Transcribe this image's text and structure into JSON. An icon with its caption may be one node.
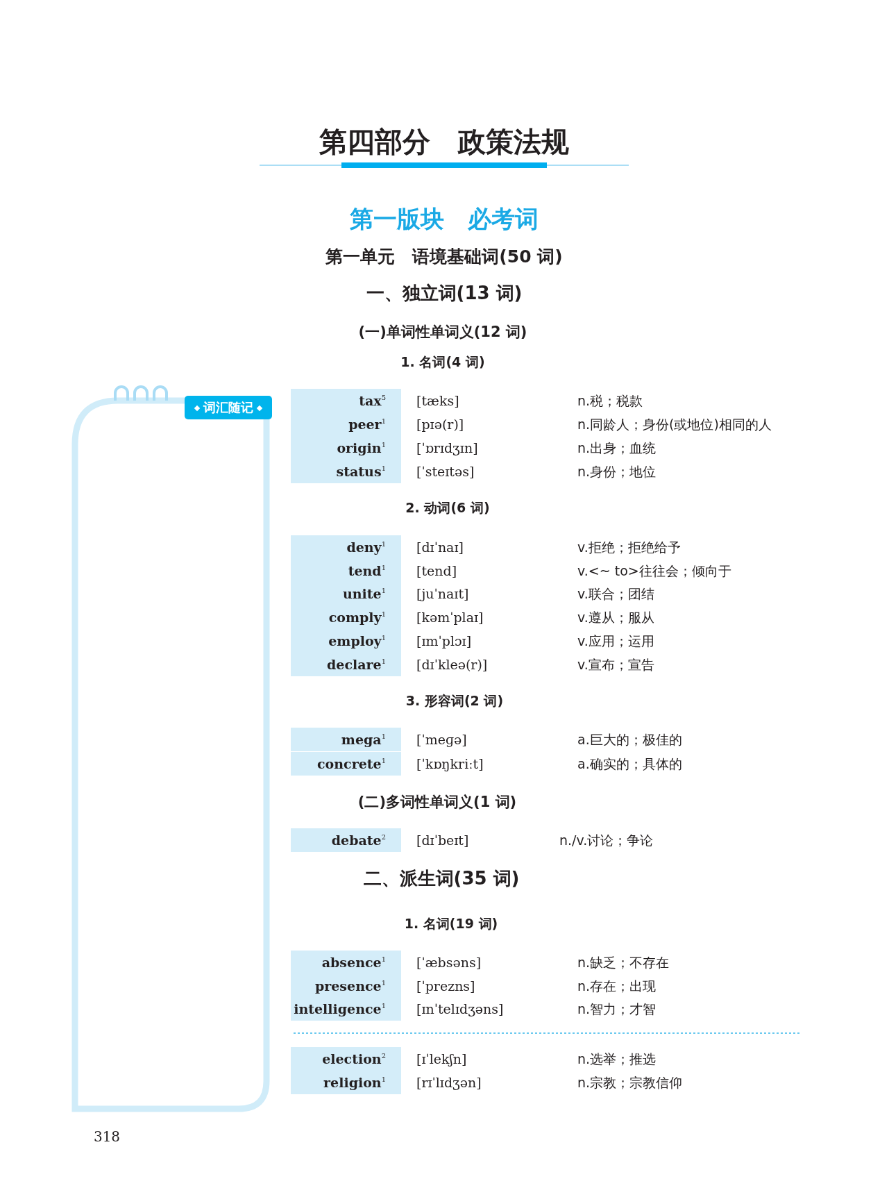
{
  "diagram": {
    "title": "第四部分　政策法规",
    "nodes": [
      {
        "text": [
          "词汇随记"
        ]
      }
    ],
    "labels": [
      "第一版块　必考词",
      "第一单元　语境基础词(50 词)",
      "一、独立词(13 词)",
      "(一)单词性单词义(12 词)",
      "1. 名词(4 词)",
      "tax$^{5}$",
      "[tæks]",
      "n.税；税款",
      "peer$^{1}$",
      "[pɪə(r)]",
      "n.同龄人；身份(或地位)相同的人",
      "origin$^{1}$",
      "[ˈɒrɪdʒɪn]",
      "n.出身；血统",
      "status$^{1}$",
      "[ˈsteɪtəs]",
      "n.身份；地位",
      "2. 动词(6 词)",
      "deny$^{1}$",
      "[dɪˈnaɪ]",
      "v.拒绝；拒绝给予",
      "tend$^{1}$",
      "[tend]",
      "v.<~ to>往往会；倾向于",
      "unite$^{1}$",
      "[juˈnaɪt]",
      "v.联合；团结",
      "comply$^{1}$",
      "[kəmˈplaɪ]",
      "v.遵从；服从",
      "employ$^{1}$",
      "[ɪmˈplɔɪ]",
      "v.应用；运用",
      "declare$^{1}$",
      "[dɪˈkleə(r)]",
      "v.宣布；宣告",
      "3. 形容词(2 词)",
      "mega$^{1}$",
      "[ˈmeɡə]",
      "a.巨大的；极佳的",
      "concrete$^{1}$",
      "[ˈkɒŋkriːt]",
      "a.确实的；具体的",
      "(二)多词性单词义(1 词)",
      "debate$^{2}$",
      "[dɪˈbeɪt]",
      "n./v.讨论；争论",
      "二、派生词(35 词)",
      "1. 名词(19 词)",
      "absence$^{1}$",
      "[ˈæbsəns]",
      "n.缺乏；不存在",
      "presence$^{1}$",
      "[ˈprezns]",
      "n.存在；出现",
      "intelligence$^{1}$",
      "[ɪnˈtelɪdʒəns]",
      "n.智力；才智",
      "election$^{2}$",
      "[ɪˈlekʃn]",
      "n.选举；推选",
      "religion$^{1}$",
      "[rɪˈlɪdʒən]",
      "n.宗教；宗教信仰",
      "318"
    ]
  }
}
